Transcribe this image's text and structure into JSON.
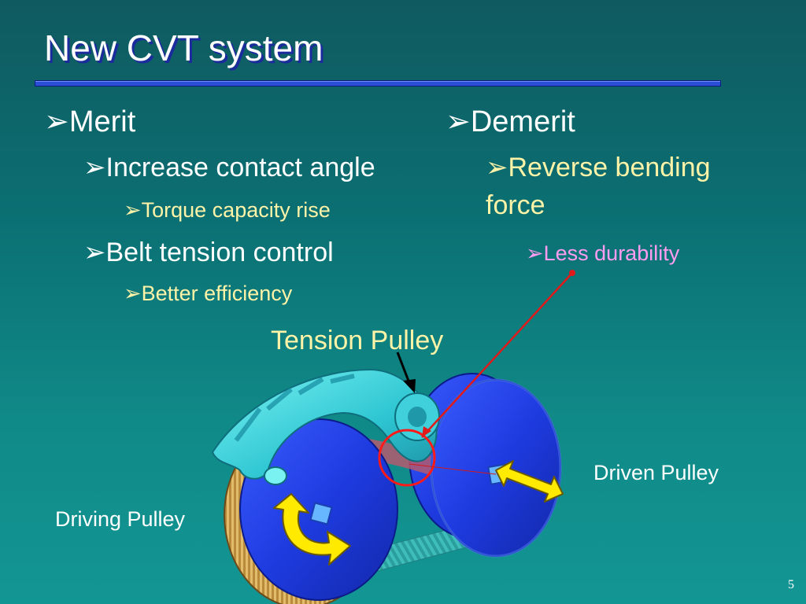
{
  "slide": {
    "title": "New CVT system",
    "page_number": "5",
    "bullet_glyph": "➢"
  },
  "merit": {
    "heading": "Merit",
    "items": [
      {
        "label": "Increase contact angle",
        "sub": "Torque capacity rise"
      },
      {
        "label": "Belt tension control",
        "sub": "Better efficiency"
      }
    ]
  },
  "demerit": {
    "heading": "Demerit",
    "item_line1": "Reverse  bending",
    "item_line2": "force",
    "sub": "Less durability"
  },
  "diagram": {
    "tension_pulley_label": "Tension Pulley",
    "driven_pulley_label": "Driven Pulley",
    "driving_pulley_label": "Driving Pulley"
  }
}
